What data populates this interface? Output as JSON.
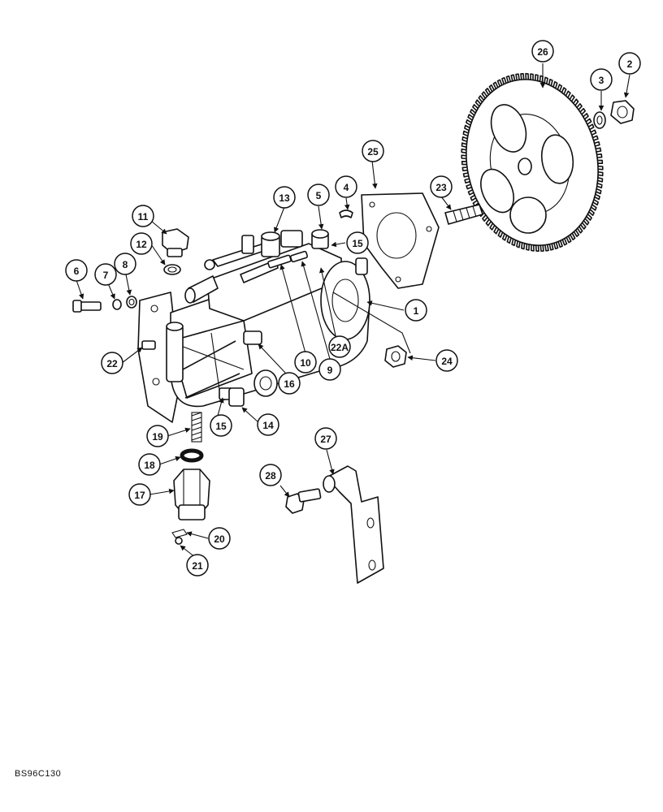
{
  "diagram": {
    "figure_code": "BS96C130",
    "callouts": [
      "1",
      "2",
      "3",
      "4",
      "5",
      "6",
      "7",
      "8",
      "9",
      "10",
      "11",
      "12",
      "13",
      "14",
      "15",
      "15",
      "16",
      "17",
      "18",
      "19",
      "20",
      "21",
      "22",
      "22A",
      "23",
      "24",
      "25",
      "26",
      "27",
      "28"
    ],
    "colors": {
      "ink": "#111111",
      "paper": "#ffffff"
    }
  }
}
